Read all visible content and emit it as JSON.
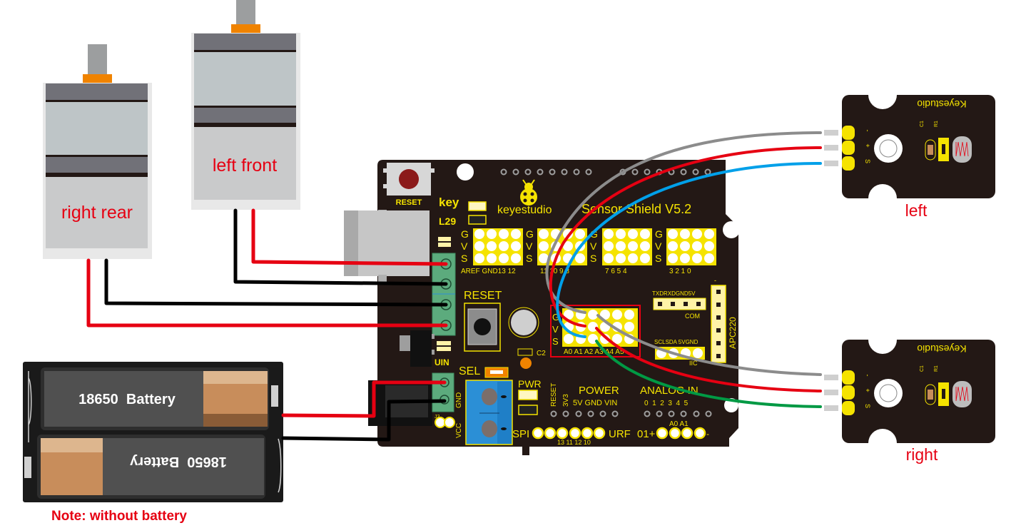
{
  "diagram": {
    "title": "Keyestudio Sensor Shield V5.2 wiring: motors, battery, photocell sensors",
    "colors": {
      "board": "#231815",
      "silkscreen": "#f5e300",
      "label_red": "#e60012",
      "wire_red": "#e60012",
      "wire_black": "#000000",
      "wire_gray": "#8c8c8c",
      "wire_blue": "#00a0e9",
      "wire_green": "#009944",
      "terminal_green": "#5cab7d",
      "terminal_blue": "#2b8fd6",
      "motor_body": "#c9cacb",
      "motor_band": "#717178",
      "motor_shaft_collar": "#f08300"
    },
    "motors": [
      {
        "label": "right rear"
      },
      {
        "label": "left front"
      }
    ],
    "battery": {
      "cell_top": "18650  Battery",
      "cell_bottom": "18650  Battery",
      "note": "Note: without battery"
    },
    "board": {
      "brand": "keyestudio",
      "name": "Sensor Shield  V5.2",
      "reset_small": "RESET",
      "reset_big": "RESET",
      "partial_brand": "key",
      "partial_chip": "L29",
      "gvs": [
        "G",
        "V",
        "S"
      ],
      "digital_groups": [
        [
          "AREF",
          "GND",
          "13",
          "12"
        ],
        [
          "11",
          "10",
          "9",
          "8"
        ],
        [
          "7",
          "6",
          "5",
          "4"
        ],
        [
          "3",
          "2",
          "1",
          "0"
        ]
      ],
      "digital_group_labels": [
        "AREF GND13 12",
        "11 10 9 8",
        "7 6 5 4",
        "3 2 1 0"
      ],
      "analog_header": [
        "A0",
        "A1",
        "A2",
        "A3",
        "A4",
        "A5"
      ],
      "analog_header_label": "A0 A1 A2 A3 A4 A5",
      "com_label": "TXDRXDGND5V",
      "com_name": "COM",
      "iic_label": "SCLSDA 5VGND",
      "iic_name": "IIC",
      "apc_label": "APC220",
      "apc_minus": "-",
      "c2": "C2",
      "sel": "SEL",
      "pwr": "PWR",
      "uin": "UIN",
      "gnd": "GND",
      "vcc": "VCC",
      "j2": "J2",
      "power_title": "POWER",
      "power_pins": [
        "RESET",
        "3V3",
        "5V",
        "GND",
        "VIN"
      ],
      "power_pins_label": "5V GND VIN",
      "analog_title": "ANALOG IN",
      "analog_pins_label": "0  1  2  3  4  5",
      "spi": "SPI",
      "spi_pins_label": "13 11 12 10",
      "urf": "URF",
      "bt": "01+",
      "bt_pins_label": "A0 A1",
      "bt_minus": "-"
    },
    "sensors": [
      {
        "label": "left",
        "brand": "Keyestudio",
        "pins": [
          "-",
          "+",
          "S"
        ],
        "c1": "C1",
        "r1": "R1"
      },
      {
        "label": "right",
        "brand": "Keyestudio",
        "pins": [
          "-",
          "+",
          "S"
        ],
        "c1": "C1",
        "r1": "R1"
      }
    ]
  }
}
